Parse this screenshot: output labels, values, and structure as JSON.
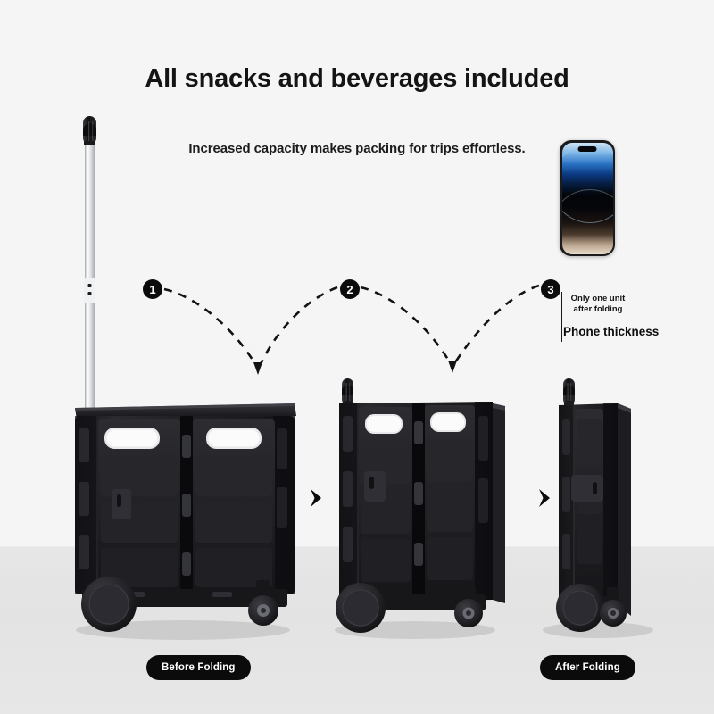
{
  "headline": "All snacks and beverages included",
  "subheadline": "Increased capacity makes packing for trips effortless.",
  "steps": [
    {
      "number": "1",
      "name": "step-one"
    },
    {
      "number": "2",
      "name": "step-two"
    },
    {
      "number": "3",
      "name": "step-three"
    }
  ],
  "callout": {
    "only_unit_line1": "Only one unit",
    "only_unit_line2": "after folding",
    "thickness_label": "Phone thickness"
  },
  "pills": {
    "before": "Before Folding",
    "after": "After Folding"
  },
  "colors": {
    "wall": "#f5f5f5",
    "floor": "#e4e4e4",
    "cart_body": "#1e1e20",
    "cart_dark": "#0e0e10",
    "accent_black": "#0b0b0b",
    "pole_silver": "#e9eaec",
    "text_primary": "#141414"
  },
  "products": [
    {
      "name": "cart-unfolded",
      "state": "Before Folding",
      "handle": "extended"
    },
    {
      "name": "cart-midfold",
      "state": "Partially folded",
      "handle": "retracted"
    },
    {
      "name": "cart-folded",
      "state": "After Folding",
      "handle": "retracted"
    }
  ]
}
